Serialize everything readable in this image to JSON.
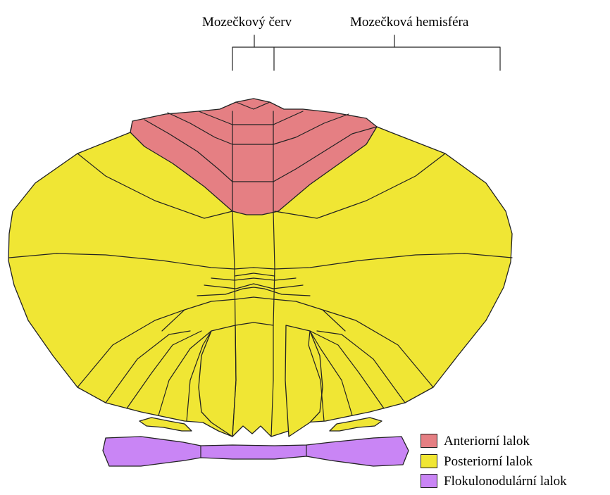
{
  "labels": {
    "vermis": "Mozečkový červ",
    "hemisphere": "Mozečková hemisféra"
  },
  "legend": [
    {
      "label": "Anteriorní lalok",
      "color": "#e57f83"
    },
    {
      "label": "Posteriorní lalok",
      "color": "#f0e634"
    },
    {
      "label": "Flokulonodulární lalok",
      "color": "#c985f5"
    }
  ],
  "colors": {
    "anterior": "#e57f83",
    "posterior": "#f0e634",
    "flocculonodular": "#c985f5",
    "outline": "#222222"
  }
}
